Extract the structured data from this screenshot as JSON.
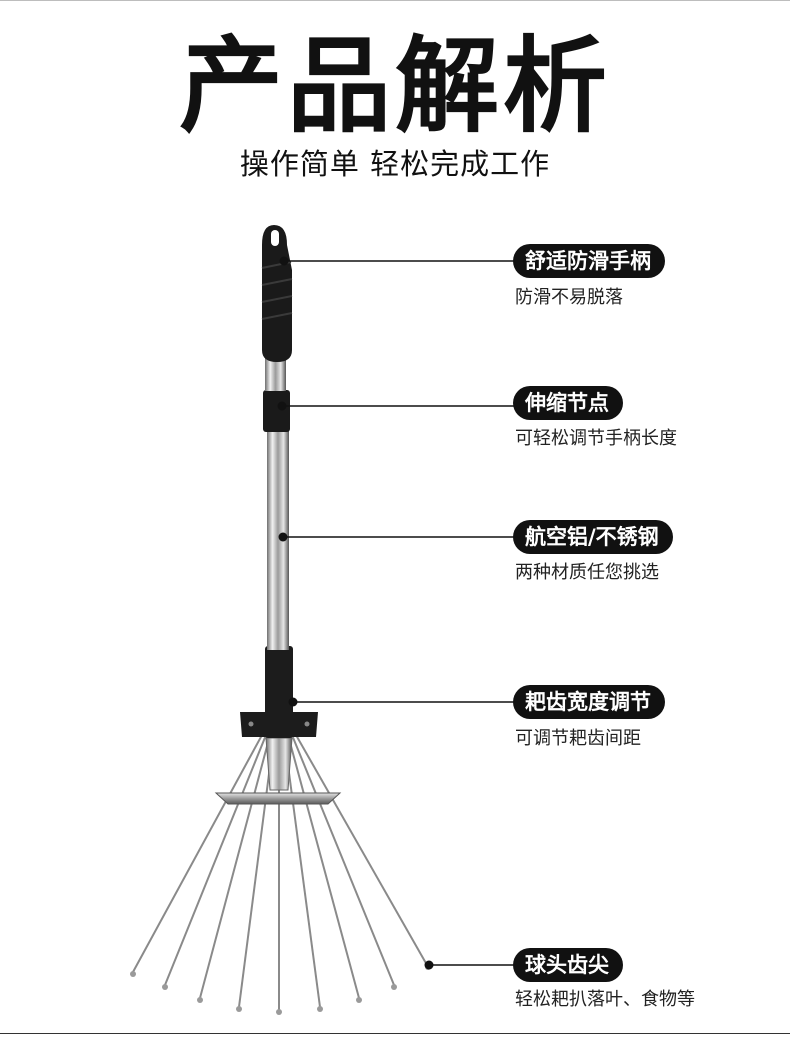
{
  "header": {
    "title": "产品解析",
    "subtitle": "操作简单 轻松完成工作"
  },
  "callouts": [
    {
      "label": "舒适防滑手柄",
      "desc": "防滑不易脱落"
    },
    {
      "label": "伸缩节点",
      "desc": "可轻松调节手柄长度"
    },
    {
      "label": "航空铝/不锈钢",
      "desc": "两种材质任您挑选"
    },
    {
      "label": "耙齿宽度调节",
      "desc": "可调节耙齿间距"
    },
    {
      "label": "球头齿尖",
      "desc": "轻松耙扒落叶、食物等"
    }
  ],
  "colors": {
    "badge": "#111111",
    "leader": "#111111"
  }
}
